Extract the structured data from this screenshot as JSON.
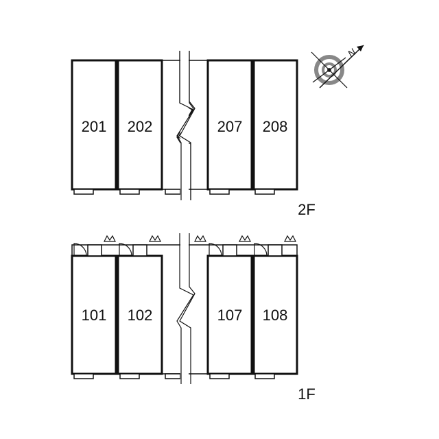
{
  "floors": [
    {
      "label": "2F",
      "units": [
        "201",
        "202",
        "207",
        "208"
      ]
    },
    {
      "label": "1F",
      "units": [
        "101",
        "102",
        "107",
        "108"
      ]
    }
  ],
  "compass": {
    "north_label": "N",
    "icon": "compass-icon"
  },
  "colors": {
    "line": "#111111",
    "background": "#ffffff",
    "compass_ring": "#888888"
  }
}
